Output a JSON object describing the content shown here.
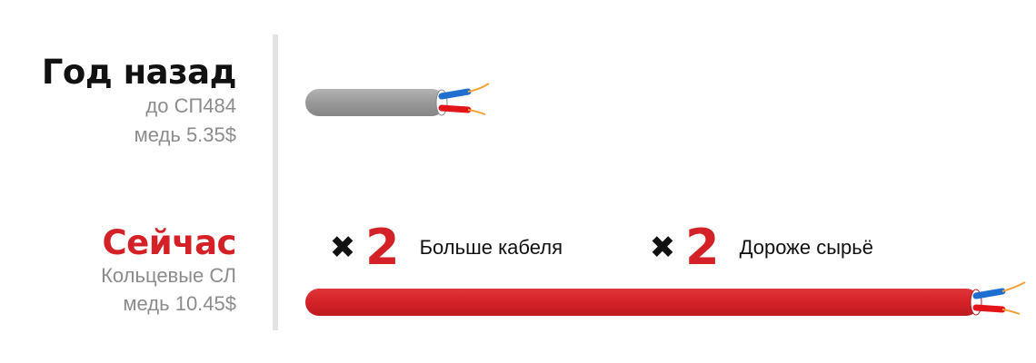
{
  "before": {
    "title": "Год назад",
    "line1": "до СП484",
    "line2": "медь 5.35$"
  },
  "now": {
    "title": "Сейчас",
    "line1": "Кольцевые СЛ",
    "line2": "медь 10.45$"
  },
  "multipliers": [
    {
      "sign": "✖",
      "factor": "2",
      "label": "Больше кабеля"
    },
    {
      "sign": "✖",
      "factor": "2",
      "label": "Дороже сырьё"
    }
  ],
  "colors": {
    "accent_red": "#d42127",
    "dark_text": "#111111",
    "gray_text": "#8c8c8c",
    "cable_gray": "#9a9a9a",
    "wire_blue": "#1f6fd1",
    "wire_red": "#e3151a",
    "copper": "#f2a33a"
  }
}
